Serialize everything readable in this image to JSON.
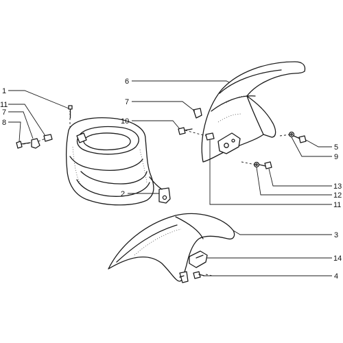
{
  "callouts": {
    "c1": "1",
    "c11a": "11",
    "c7a": "7",
    "c8": "8",
    "c2": "2",
    "c6": "6",
    "c7b": "7",
    "c10": "10",
    "c5": "5",
    "c9": "9",
    "c13": "13",
    "c12": "12",
    "c11b": "11",
    "c3": "3",
    "c14": "14",
    "c4": "4"
  }
}
